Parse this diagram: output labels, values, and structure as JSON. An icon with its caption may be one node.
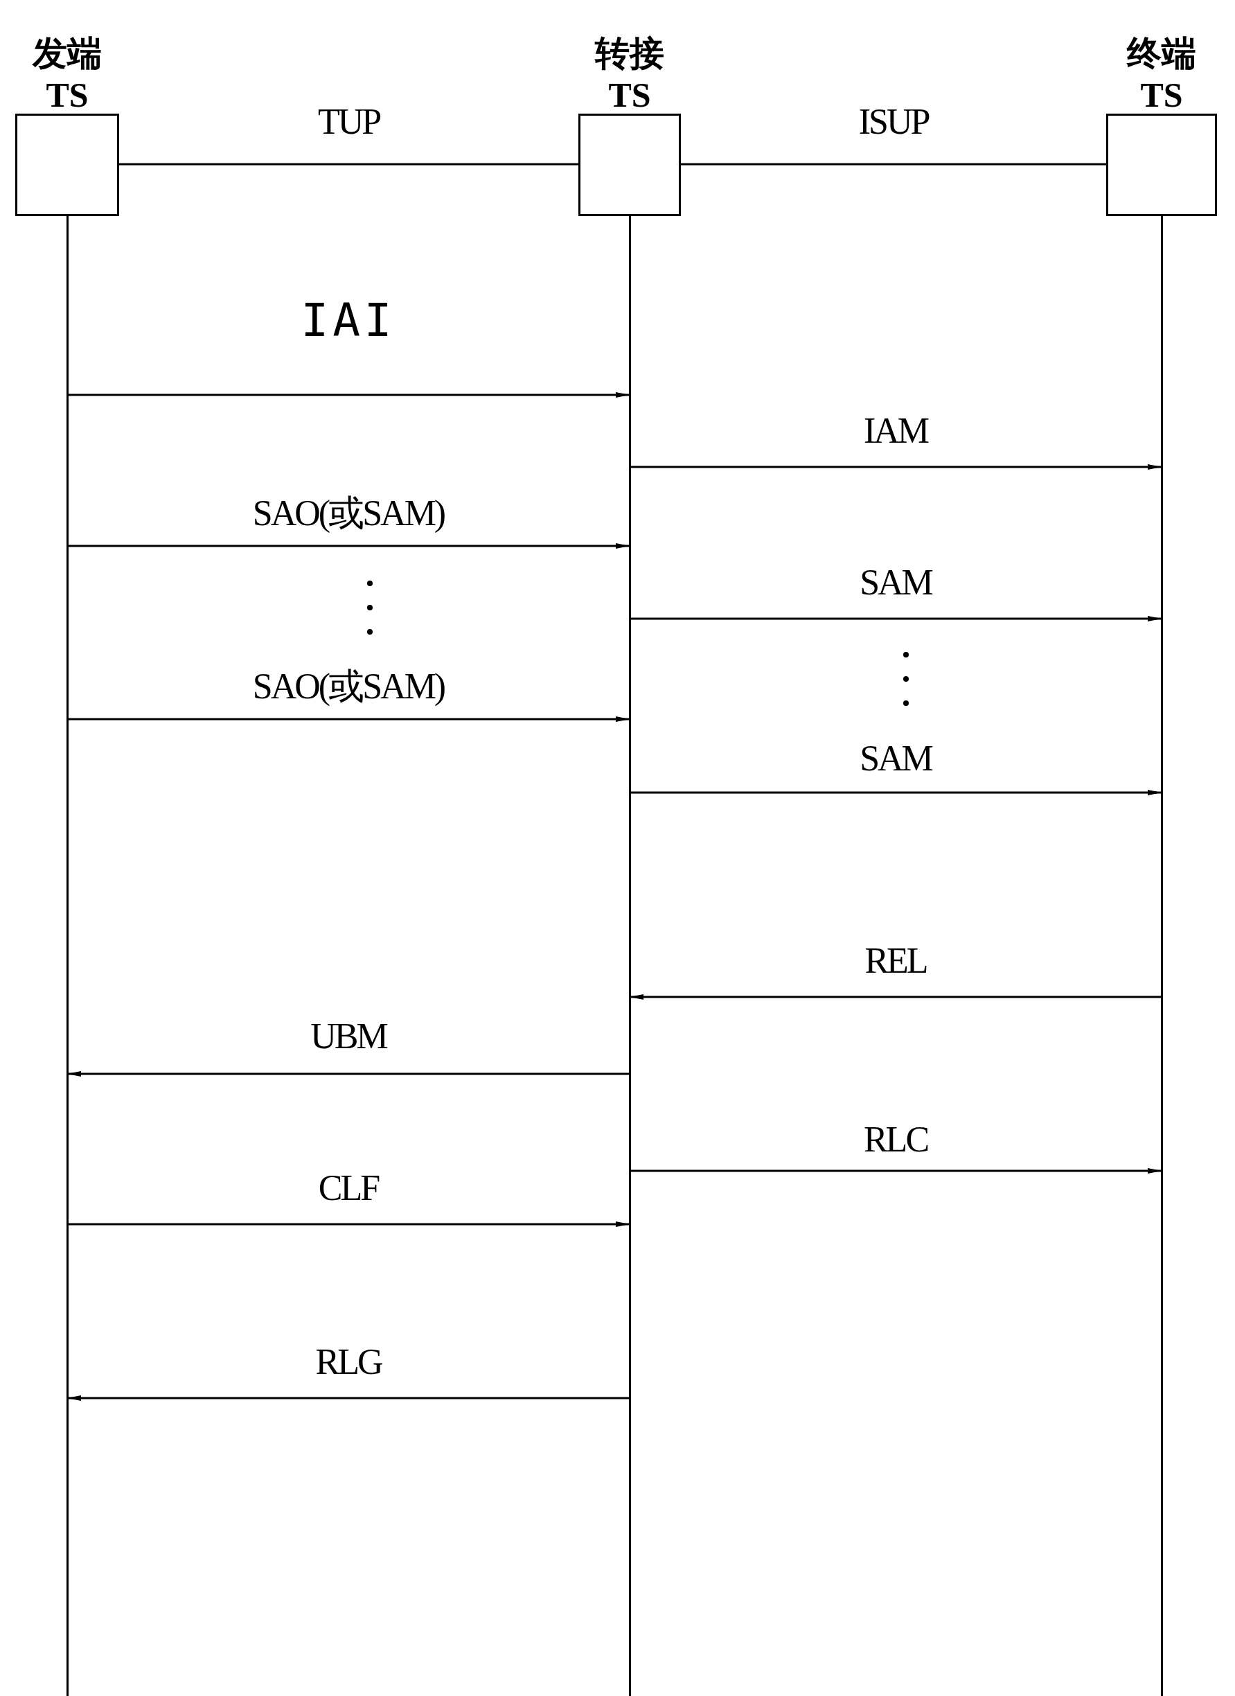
{
  "diagram": {
    "nodes": [
      {
        "text": [
          "发端",
          "TS"
        ]
      },
      {
        "text": [
          "转接",
          "TS"
        ]
      },
      {
        "text": [
          "终端",
          "TS"
        ]
      }
    ],
    "edges": [
      {
        "from": 0,
        "to": 1,
        "arrow": "none",
        "label": "TUP"
      },
      {
        "from": 1,
        "to": 2,
        "arrow": "none",
        "label": "ISUP"
      },
      {
        "from": 0,
        "to": 1,
        "arrow": "to",
        "label": "IAI"
      },
      {
        "from": 1,
        "to": 2,
        "arrow": "to",
        "label": "IAM"
      },
      {
        "from": 0,
        "to": 1,
        "arrow": "to",
        "label": "SAO(或SAM)"
      },
      {
        "from": 1,
        "to": 2,
        "arrow": "to",
        "label": "SAM"
      },
      {
        "from": 0,
        "to": 1,
        "arrow": "to",
        "label": "SAO(或SAM)"
      },
      {
        "from": 1,
        "to": 2,
        "arrow": "to",
        "label": "SAM"
      },
      {
        "from": 2,
        "to": 1,
        "arrow": "to",
        "label": "REL"
      },
      {
        "from": 1,
        "to": 0,
        "arrow": "to",
        "label": "UBM"
      },
      {
        "from": 1,
        "to": 2,
        "arrow": "to",
        "label": "RLC"
      },
      {
        "from": 0,
        "to": 1,
        "arrow": "to",
        "label": "CLF"
      },
      {
        "from": 1,
        "to": 0,
        "arrow": "to",
        "label": "RLG"
      }
    ]
  }
}
